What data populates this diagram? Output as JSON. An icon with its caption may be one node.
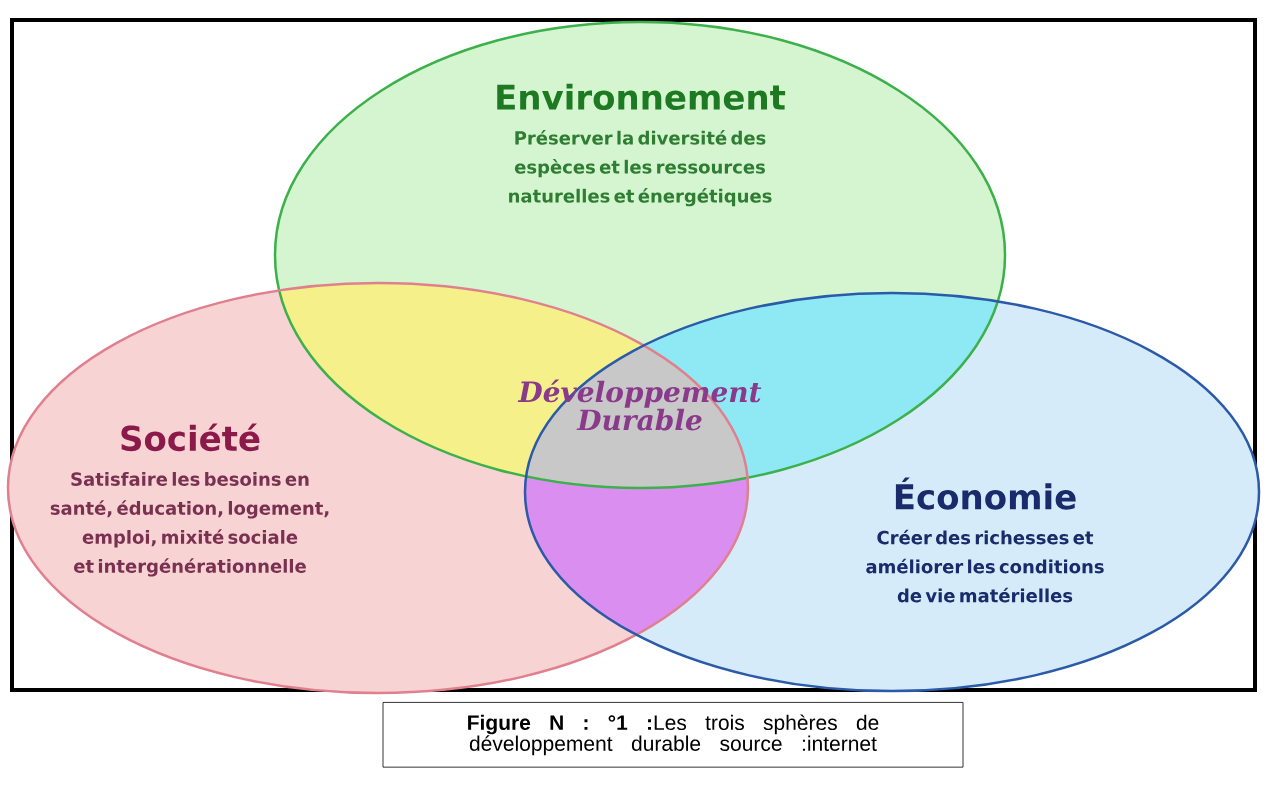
{
  "diagram": {
    "caption": "**Figure N : °1 :**Les trois sphères de développement durable source :internet",
    "nodes": [
      {
        "text": [
          "Environnement",
          "Préserver la diversité des espèces et les ressources naturelles et énergétiques"
        ]
      },
      {
        "text": [
          "Société",
          "Satisfaire les besoins en santé, éducation, logement, emploi, mixité sociale et intergénérationnelle"
        ]
      },
      {
        "text": [
          "Économie",
          "Créer des richesses et améliorer les conditions de vie matérielles"
        ]
      }
    ],
    "edges": [],
    "labels": [
      "Développement Durable"
    ]
  }
}
